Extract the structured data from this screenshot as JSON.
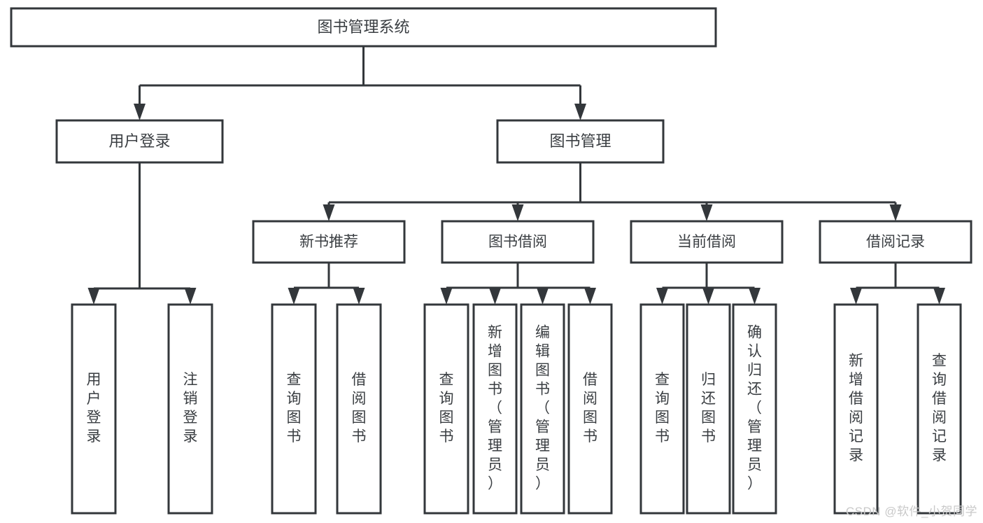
{
  "diagram": {
    "type": "tree",
    "title": "图书管理系统",
    "watermark": "CSDN @软件_小贺同学",
    "colors": {
      "box_stroke": "#33373b",
      "box_fill": "#ffffff",
      "text": "#3a3e42",
      "background": "#ffffff",
      "watermark": "#c9c9c9"
    },
    "nodes": {
      "root": {
        "label": "图书管理系统"
      },
      "level1": [
        {
          "id": "user-login",
          "label": "用户登录"
        },
        {
          "id": "book-management",
          "label": "图书管理"
        }
      ],
      "level2": [
        {
          "id": "new-book-recommend",
          "label": "新书推荐",
          "parent": "book-management"
        },
        {
          "id": "book-borrow",
          "label": "图书借阅",
          "parent": "book-management"
        },
        {
          "id": "current-borrow",
          "label": "当前借阅",
          "parent": "book-management"
        },
        {
          "id": "borrow-record",
          "label": "借阅记录",
          "parent": "book-management"
        }
      ],
      "leaves": [
        {
          "id": "leaf-user-login",
          "label": "用户登录",
          "parent": "user-login"
        },
        {
          "id": "leaf-user-logout",
          "label": "注销登录",
          "parent": "user-login"
        },
        {
          "id": "leaf-query-book-1",
          "label": "查询图书",
          "parent": "new-book-recommend"
        },
        {
          "id": "leaf-borrow-book-1",
          "label": "借阅图书",
          "parent": "new-book-recommend"
        },
        {
          "id": "leaf-query-book-2",
          "label": "查询图书",
          "parent": "book-borrow"
        },
        {
          "id": "leaf-add-book",
          "label": "新增图书（管理员）",
          "parent": "book-borrow"
        },
        {
          "id": "leaf-edit-book",
          "label": "编辑图书（管理员）",
          "parent": "book-borrow"
        },
        {
          "id": "leaf-borrow-book-2",
          "label": "借阅图书",
          "parent": "book-borrow"
        },
        {
          "id": "leaf-query-book-3",
          "label": "查询图书",
          "parent": "current-borrow"
        },
        {
          "id": "leaf-return-book",
          "label": "归还图书",
          "parent": "current-borrow"
        },
        {
          "id": "leaf-confirm-return",
          "label": "确认归还（管理员）",
          "parent": "current-borrow"
        },
        {
          "id": "leaf-add-record",
          "label": "新增借阅记录",
          "parent": "borrow-record"
        },
        {
          "id": "leaf-query-record",
          "label": "查询借阅记录",
          "parent": "borrow-record"
        }
      ]
    }
  }
}
